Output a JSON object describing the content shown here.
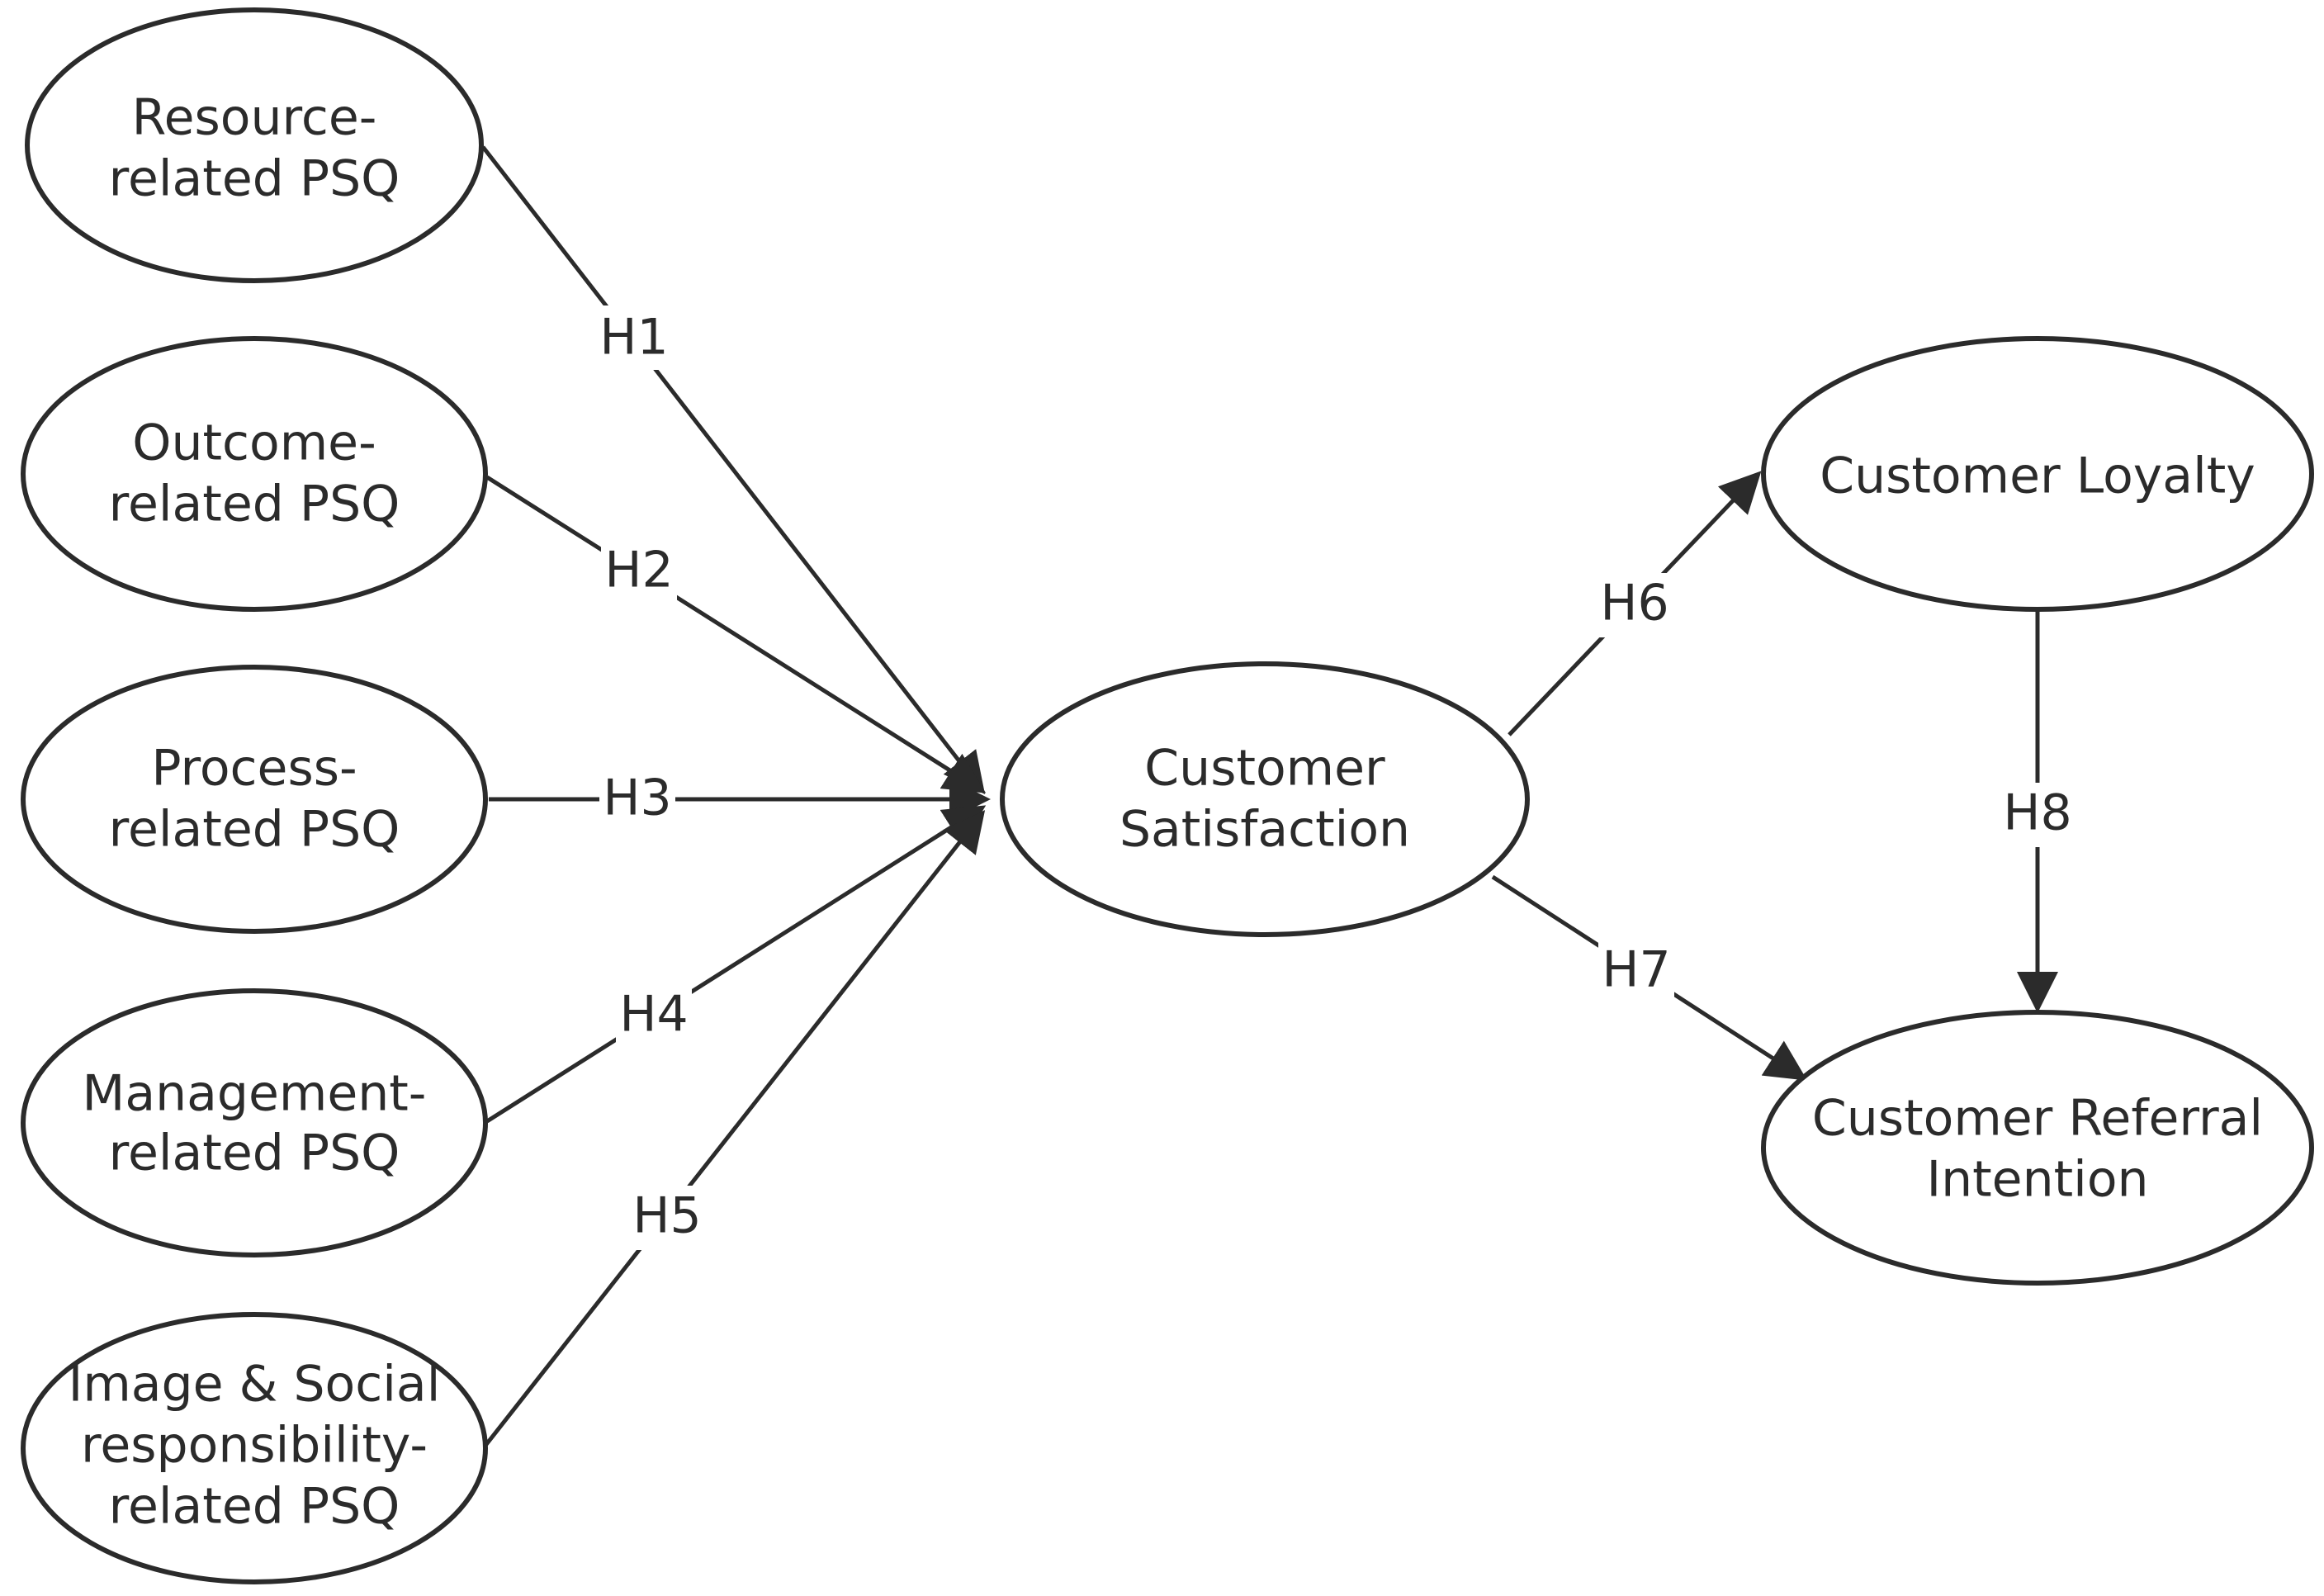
{
  "nodes": {
    "resource": {
      "lines": [
        "Resource-",
        "related PSQ"
      ]
    },
    "outcome": {
      "lines": [
        "Outcome-",
        "related PSQ"
      ]
    },
    "process": {
      "lines": [
        "Process-",
        "related PSQ"
      ]
    },
    "management": {
      "lines": [
        "Management-",
        "related PSQ"
      ]
    },
    "image": {
      "lines": [
        "Image & Social",
        "responsibility-",
        "related PSQ"
      ]
    },
    "satisfaction": {
      "lines": [
        "Customer",
        "Satisfaction"
      ]
    },
    "loyalty": {
      "lines": [
        "Customer Loyalty"
      ]
    },
    "referral": {
      "lines": [
        "Customer Referral",
        "Intention"
      ]
    }
  },
  "edges": [
    {
      "label": "H1",
      "from": "Resource-related PSQ",
      "to": "Customer Satisfaction"
    },
    {
      "label": "H2",
      "from": "Outcome-related PSQ",
      "to": "Customer Satisfaction"
    },
    {
      "label": "H3",
      "from": "Process-related PSQ",
      "to": "Customer Satisfaction"
    },
    {
      "label": "H4",
      "from": "Management-related PSQ",
      "to": "Customer Satisfaction"
    },
    {
      "label": "H5",
      "from": "Image & Social responsibility-related PSQ",
      "to": "Customer Satisfaction"
    },
    {
      "label": "H6",
      "from": "Customer Satisfaction",
      "to": "Customer Loyalty"
    },
    {
      "label": "H7",
      "from": "Customer Satisfaction",
      "to": "Customer Referral Intention"
    },
    {
      "label": "H8",
      "from": "Customer Loyalty",
      "to": "Customer Referral Intention"
    }
  ]
}
